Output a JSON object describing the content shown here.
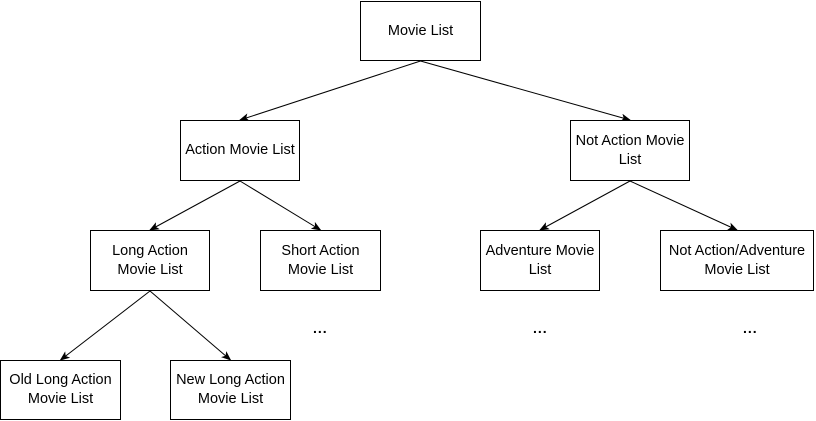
{
  "nodes": {
    "root": "Movie List",
    "action": "Action Movie List",
    "not_action": "Not Action Movie List",
    "long_action": "Long Action Movie List",
    "short_action": "Short Action Movie List",
    "adventure": "Adventure Movie List",
    "not_action_adventure": "Not Action/Adventure Movie List",
    "old_long_action": "Old Long Action Movie List",
    "new_long_action": "New Long Action Movie List"
  },
  "ellipsis": {
    "short_action": "...",
    "adventure": "...",
    "not_action_adventure": "..."
  },
  "edges": [
    [
      "root",
      "action"
    ],
    [
      "root",
      "not_action"
    ],
    [
      "action",
      "long_action"
    ],
    [
      "action",
      "short_action"
    ],
    [
      "not_action",
      "adventure"
    ],
    [
      "not_action",
      "not_action_adventure"
    ],
    [
      "long_action",
      "old_long_action"
    ],
    [
      "long_action",
      "new_long_action"
    ]
  ],
  "colors": {
    "stroke": "#000000",
    "fill": "#ffffff",
    "text": "#000000"
  }
}
